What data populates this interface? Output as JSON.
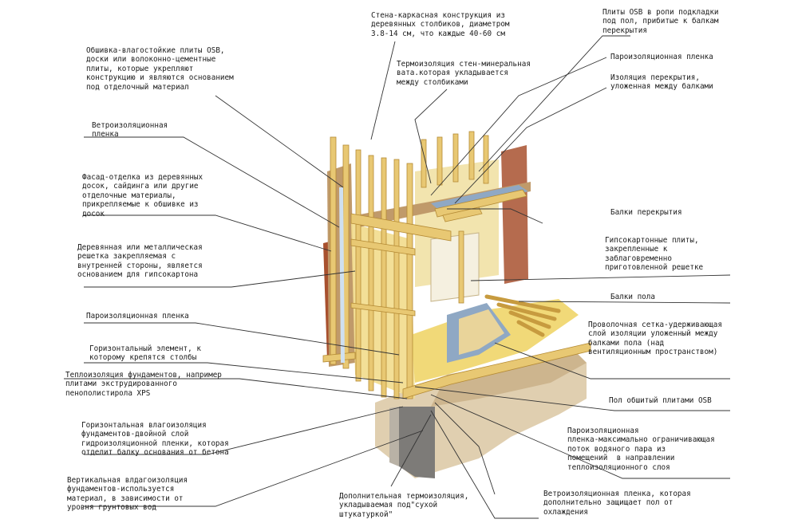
{
  "labels": {
    "top_frame": "Стена-каркасная конструкция из\nдеревянных столбиков, диаметром\n3.8-14 см, что каждые 40-60 см",
    "osb_floor_top": "Плиты OSB в ропи подкладки\nпод пол, прибитые к балкам\nперекрытия",
    "sheathing": "Обшивка-влагостойкие плиты OSB,\nдоски или волоконно-цементные\nплиты, которые укрепляют\nконструкцию и являются основанием\nпод отделочный материал",
    "mineral_wool": "Термоизоляция стен-минеральная\nвата.которая укладывается\nмежду столбиками",
    "vapor_film_top": "Пароизоляционная пленка",
    "ceiling_insulation": "Изоляция перекрытия,\nуложенная между балками",
    "wind_film": "Ветроизоляционная\nпленка",
    "facade": "Фасад-отделка из деревянных\nдосок, сайдинга или другие\nотделочные материалы,\nприкрепляемые к обшивке из\nдосок",
    "ceiling_beams": "Балки перекрытия",
    "grid": "Деревянная или металлическая\nрешетка закрепляемая с\nвнутренней стороны, является\nоснованием для гипсокартона",
    "drywall": "Гипсокартонные плиты,\nзакрепленные к\nзаблаговременно\nприготовленной решетке",
    "floor_beams": "Балки пола",
    "vapor_film_wall": "Пароизоляционная пленка",
    "wire_mesh": "Проволочная сетка-удерживающая\nслой изоляции уложенный между\nбалками пола (над\nвентиляционным пространством)",
    "horizontal_element": "Горизонтальный элемент, к\nкоторому крепятся столбы",
    "foundation_insulation": "Теплоизоляция фундаментов, например\nплитами экструдированного\nпенополистирола XPS",
    "osb_floor": "Пол обшитый плитами OSB",
    "horizontal_waterproofing": "Горизонтальная влагоизоляция\nфундаментов-двойной слой\nгидроизоляционной пленки, которая\nотделит балку основания от бетона",
    "vapor_film_floor": "Пароизоляционная\nпленка-максимально ограничивающая\nпоток водяного пара из\nпомещений  в направлении\nтеплоизоляционного слоя",
    "vertical_waterproofing": "Вертикальная влдагоизоляция\nфундаментов-используется\nматериал, в зависимости от\nуровня грунтовых вод",
    "extra_insulation": "Дополнительная термоизоляция,\nукладываемая под\"сухой\nштукатуркой\"",
    "wind_film_floor": "Ветроизоляционная пленка, которая\nдополнительно защищает пол от\nохлаждения"
  },
  "colors": {
    "timber": "#e8c873",
    "timber_dark": "#c79b3f",
    "osb": "#c09a6a",
    "brick": "#a8512f",
    "film": "#8fa8c4",
    "ground": "#d6bf96",
    "concrete": "#7d7b78",
    "leader": "#333333"
  }
}
